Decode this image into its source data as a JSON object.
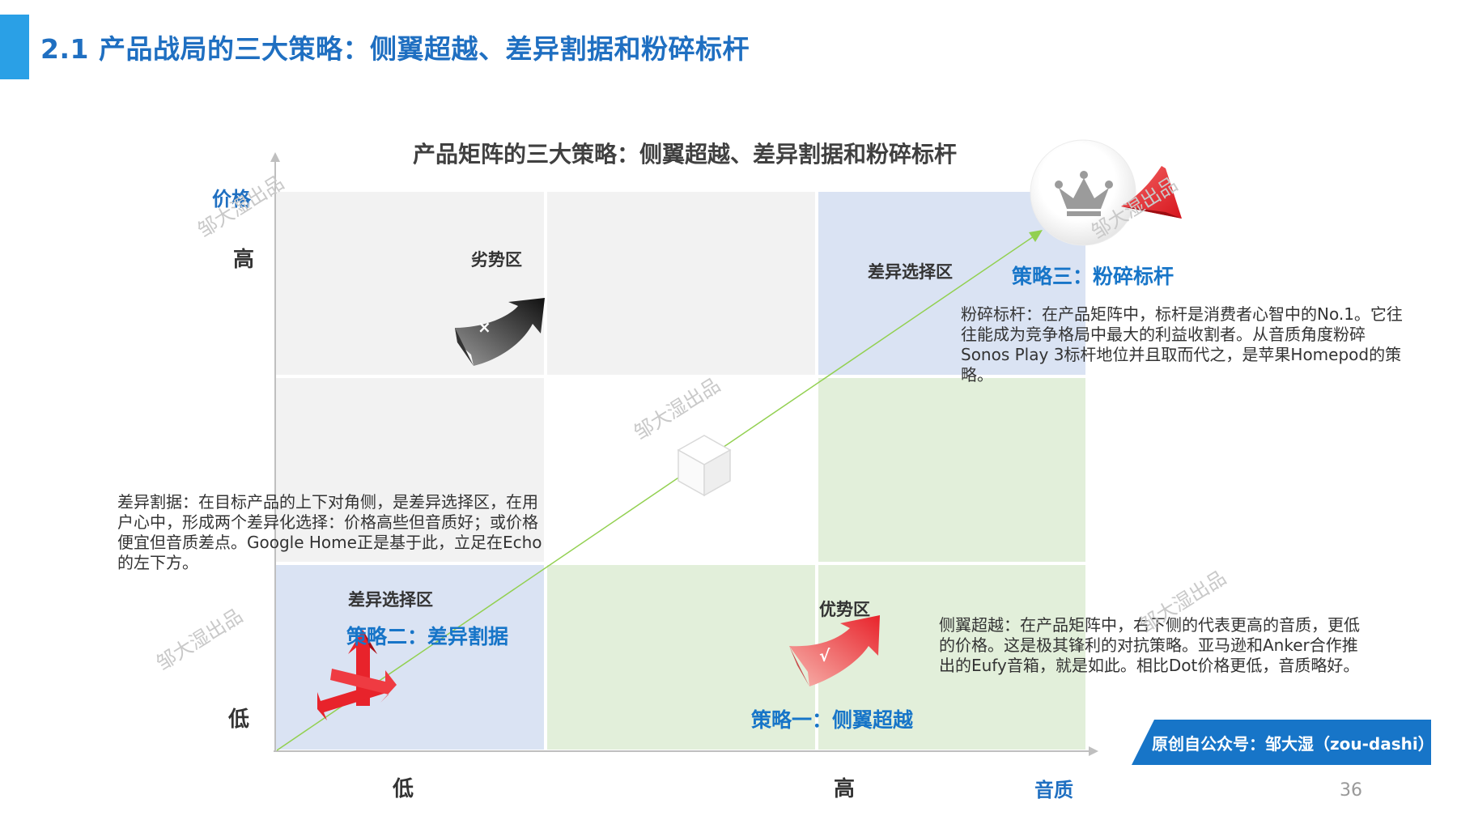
{
  "header": {
    "title": "2.1 产品战局的三大策略：侧翼超越、差异割据和粉碎标杆"
  },
  "diagram": {
    "title": "产品矩阵的三大策略：侧翼超越、差异割据和粉碎标杆",
    "y_axis": {
      "name": "价格",
      "high": "高",
      "low": "低"
    },
    "x_axis": {
      "name": "音质",
      "high": "高",
      "low": "低"
    },
    "zones": {
      "weak": "劣势区",
      "diff_top": "差异选择区",
      "diff_bottom": "差异选择区",
      "advantage": "优势区"
    },
    "strategies": {
      "s1": "策略一：侧翼超越",
      "s2": "策略二：差异割据",
      "s3": "策略三：粉碎标杆"
    },
    "descriptions": {
      "s3": "粉碎标杆：在产品矩阵中，标杆是消费者心智中的No.1。它往往能成为竞争格局中最大的利益收割者。从音质角度粉碎Sonos Play 3标杆地位并且取而代之，是苹果Homepod的策略。",
      "s2": "差异割据：在目标产品的上下对角侧，是差异选择区，在用户心中，形成两个差异化选择：价格高些但音质好；或价格便宜但音质差点。Google Home正是基于此，立足在Echo的左下方。",
      "s1": "侧翼超越：在产品矩阵中，右下侧的代表更高的音质，更低的价格。这是极其锋利的对抗策略。亚马逊和Anker合作推出的Eufy音箱，就是如此。相比Dot价格更低，音质略好。"
    },
    "marks": {
      "cross": "×",
      "check": "√"
    },
    "watermark": "邹大湿出品",
    "colors": {
      "gray": "#f2f2f2",
      "blue": "#dae3f3",
      "green": "#e2efda",
      "accent": "#1775c8",
      "red": "#e8232b"
    }
  },
  "footer": {
    "source": "原创自公众号：邹大湿（zou-dashi）",
    "page": "36"
  }
}
